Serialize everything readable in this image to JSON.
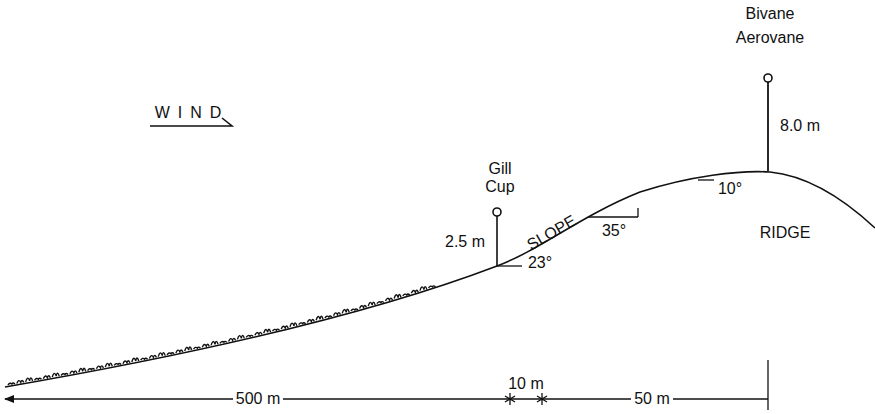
{
  "diagram": {
    "labels": [
      "WIND",
      "Bivane",
      "Aerovane",
      "8.0 m",
      "Gill Cup",
      "2.5 m",
      "SLOPE",
      "23°",
      "35°",
      "10°",
      "RIDGE",
      "500 m",
      "10 m",
      "50 m"
    ]
  }
}
